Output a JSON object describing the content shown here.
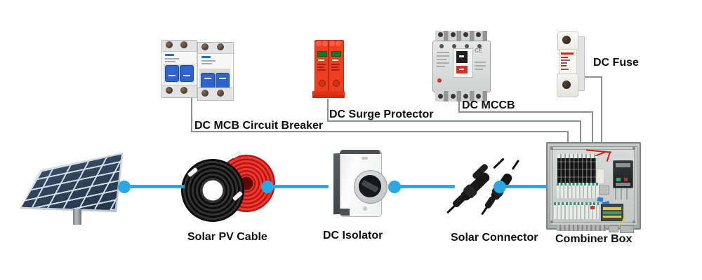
{
  "labels": {
    "dc_mcb": "DC MCB Circuit Breaker",
    "dc_surge": "DC Surge Protector",
    "dc_mccb": "DC MCCB",
    "dc_fuse": "DC Fuse",
    "pv_cable": "Solar PV Cable",
    "dc_isolator": "DC Isolator",
    "solar_connector": "Solar Connector",
    "combiner_box": "Combiner Box"
  },
  "marks": {
    "ce": "CE"
  },
  "colors": {
    "accent_blue": "#29a9e4",
    "connector_line_gray": "#8b9091",
    "label_text": "#0f0f0f",
    "surge_red": "#ee3d20",
    "mcb_handle_blue": "#2e63c9",
    "panel_cell_blue": "#33455c"
  },
  "icons": [
    "solar-panel-icon",
    "cable-coil-icon",
    "dc-isolator-icon",
    "mc4-connector-icon",
    "combiner-box-icon",
    "mcb-breaker-icon",
    "surge-protector-icon",
    "mccb-breaker-icon",
    "fuse-holder-icon"
  ]
}
